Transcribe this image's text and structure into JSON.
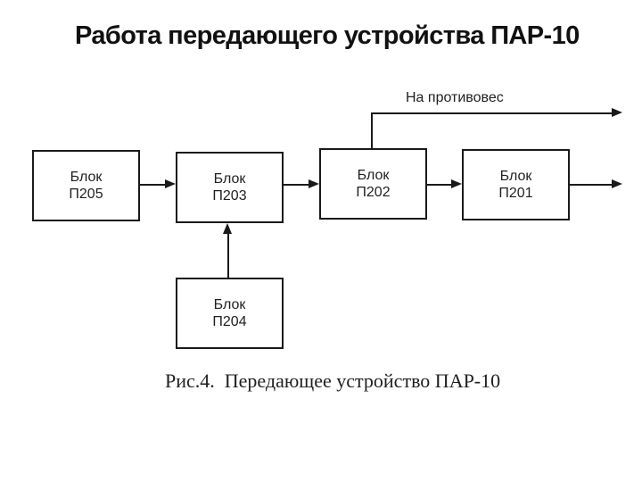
{
  "slide": {
    "title": "Работа передающего устройства ПАР-10",
    "figure_caption": "Рис.4.  Передающее устройство ПАР-10"
  },
  "diagram": {
    "type": "block-diagram",
    "blocks": [
      {
        "name": "Блок",
        "code": "П205"
      },
      {
        "name": "Блок",
        "code": "П203"
      },
      {
        "name": "Блок",
        "code": "П202"
      },
      {
        "name": "Блок",
        "code": "П201"
      },
      {
        "name": "Блок",
        "code": "П204"
      }
    ],
    "connections": [
      {
        "from": "П205",
        "to": "П203"
      },
      {
        "from": "П203",
        "to": "П202"
      },
      {
        "from": "П202",
        "to": "П201"
      },
      {
        "from": "П201",
        "to": "external-right"
      },
      {
        "from": "П204",
        "to": "П203"
      },
      {
        "from": "П202",
        "to": "external-top-right",
        "label": "На противовес"
      }
    ],
    "colors": {
      "line": "#1a1a1a",
      "text": "#1f1f1f",
      "background": "#ffffff"
    }
  }
}
